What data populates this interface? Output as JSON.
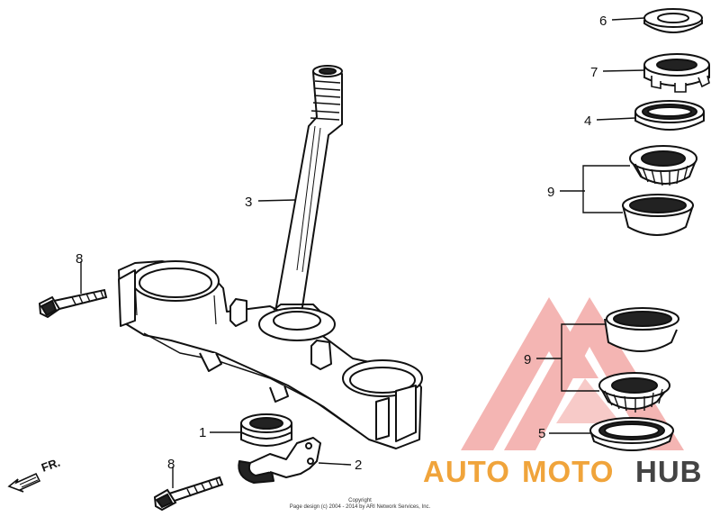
{
  "labels": {
    "l1": "1",
    "l2": "2",
    "l3": "3",
    "l4": "4",
    "l5": "5",
    "l6": "6",
    "l7": "7",
    "l8a": "8",
    "l8b": "8",
    "l9a": "9",
    "l9b": "9"
  },
  "direction": {
    "text": "FR."
  },
  "watermark": {
    "auto": "AUTO",
    "moto": "MOTO",
    "hub": "HUB",
    "color_primary": "#f0a43b",
    "color_accent": "#e84b4b",
    "color_dark": "#444444"
  },
  "copyright": {
    "line1": "Copyright",
    "line2": "Page design (c) 2004 - 2014 by ARI Network Services, Inc."
  }
}
